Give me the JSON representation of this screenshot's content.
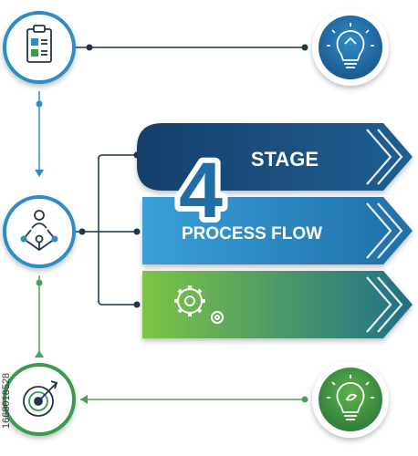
{
  "infographic": {
    "big_number": "4",
    "title_line1": "STAGE",
    "title_line2": "PROCESS FLOW",
    "side_id": "1668018528"
  },
  "colors": {
    "navy": "#1b4a78",
    "blue": "#2f8cc8",
    "teal": "#1e7aa6",
    "green": "#3a9a4c",
    "light_green": "#6fbf4a",
    "line_dark": "#1f3550",
    "line_green": "#4aa05a"
  },
  "icons": {
    "top_left": "clipboard-icon",
    "top_right": "lightbulb-icon",
    "middle_left": "team-network-icon",
    "bottom_left": "target-icon",
    "bottom_right": "idea-bulb-icon",
    "banner_gears": "gears-icon"
  }
}
